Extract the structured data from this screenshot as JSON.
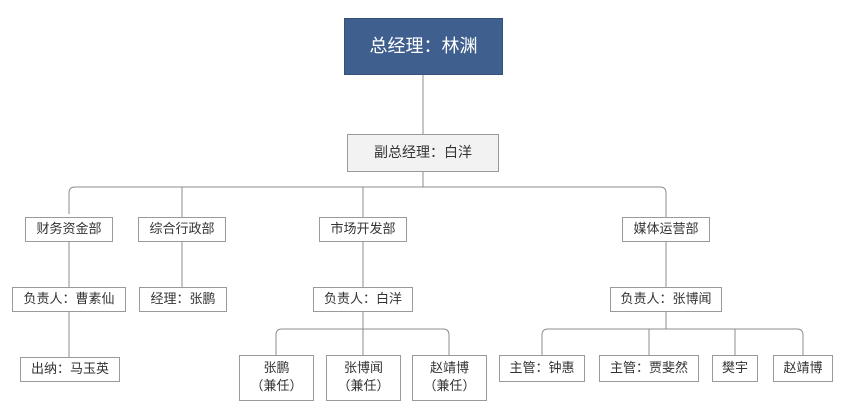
{
  "org": {
    "ceo": "总经理：林渊",
    "deputy": "副总经理：白洋",
    "departments": {
      "finance": {
        "name": "财务资金部",
        "head": "负责人：曹素仙",
        "member": "出纳：马玉英"
      },
      "admin": {
        "name": "综合行政部",
        "head": "经理：张鹏"
      },
      "market": {
        "name": "市场开发部",
        "head": "负责人：白洋",
        "members": [
          {
            "name": "张鹏",
            "note": "（兼任）"
          },
          {
            "name": "张博闻",
            "note": "（兼任）"
          },
          {
            "name": "赵靖博",
            "note": "（兼任）"
          }
        ]
      },
      "media": {
        "name": "媒体运营部",
        "head": "负责人：张博闻",
        "members": [
          "主管：钟惠",
          "主管：贾斐然",
          "樊宇",
          "赵靖博"
        ]
      }
    }
  },
  "colors": {
    "ceo_fill": "#3f5f8f",
    "line": "#8c8c8c",
    "box_border": "#9a9a9a",
    "deputy_fill": "#f2f2f2"
  }
}
